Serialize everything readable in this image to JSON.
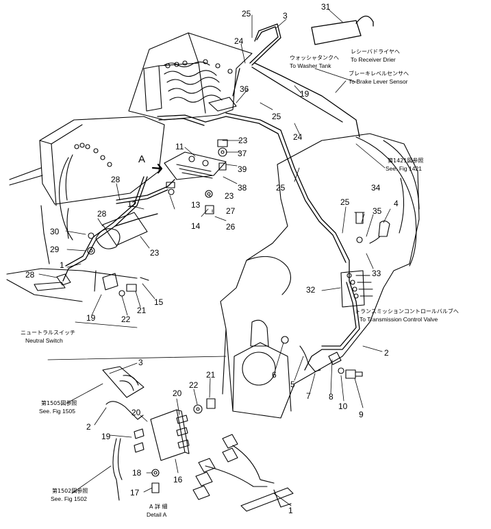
{
  "callouts": {
    "c1a": "1",
    "c1b": "1",
    "c2a": "2",
    "c2b": "2",
    "c3a": "3",
    "c3b": "3",
    "c4": "4",
    "c5": "5",
    "c6": "6",
    "c7": "7",
    "c8": "8",
    "c9": "9",
    "c10": "10",
    "c11": "11",
    "c12": "12",
    "c13": "13",
    "c14": "14",
    "c15": "15",
    "c16": "16",
    "c17": "17",
    "c18": "18",
    "c19a": "19",
    "c19b": "19",
    "c19c": "19",
    "c20a": "20",
    "c20b": "20",
    "c21a": "21",
    "c21b": "21",
    "c22a": "22",
    "c22b": "22",
    "c23a": "23",
    "c23b": "23",
    "c23c": "23",
    "c24a": "24",
    "c24b": "24",
    "c25a": "25",
    "c25b": "25",
    "c25c": "25",
    "c25d": "25",
    "c26": "26",
    "c27": "27",
    "c28a": "28",
    "c28b": "28",
    "c28c": "28",
    "c29": "29",
    "c30": "30",
    "c31": "31",
    "c32": "32",
    "c33": "33",
    "c34": "34",
    "c35": "35",
    "c36": "36",
    "c37": "37",
    "c38": "38",
    "c39": "39",
    "cA": "A"
  },
  "notes": {
    "receiver_jp": "レシーバドライヤへ",
    "receiver_en": "To Receiver Drier",
    "washer_jp": "ウォッシャタンクへ",
    "washer_en": "To Washer Tank",
    "brake_jp": "ブレーキレベルセンサへ",
    "brake_en": "To Brake Lever Sensor",
    "fig1421_jp": "第1421図参照",
    "fig1421_en": "See. Fig 1421",
    "trans_jp": "トランスミッションコントロールバルブへ",
    "trans_en": "To Transmission Control Valve",
    "neutral_jp": "ニュートラルスイッチ",
    "neutral_en": "Neutral Switch",
    "fig1505_jp": "第1505図参照",
    "fig1505_en": "See. Fig 1505",
    "fig1502_jp": "第1502図参照",
    "fig1502_en": "See. Fig 1502",
    "detail_jp": "A  詳  細",
    "detail_en": "Detail A"
  }
}
